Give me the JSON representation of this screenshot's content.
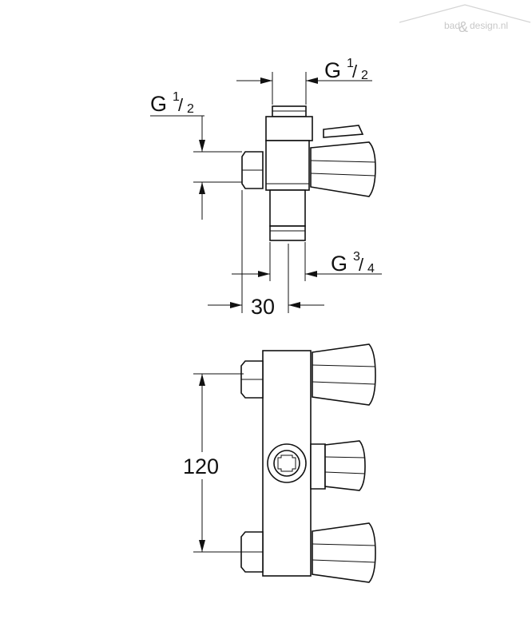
{
  "watermark": {
    "text_a": "bad",
    "amp": "&",
    "text_b": "design.nl"
  },
  "side_view": {
    "dim_top_right": {
      "g": "G",
      "num": "1",
      "den": "2"
    },
    "dim_top_left": {
      "g": "G",
      "num": "1",
      "den": "2"
    },
    "dim_bottom_right": {
      "g": "G",
      "num": "3",
      "den": "4"
    },
    "dim_width": "30"
  },
  "front_view": {
    "dim_height": "120"
  },
  "colors": {
    "line": "#111111",
    "background": "#ffffff",
    "watermark": "#cfcfcf"
  }
}
